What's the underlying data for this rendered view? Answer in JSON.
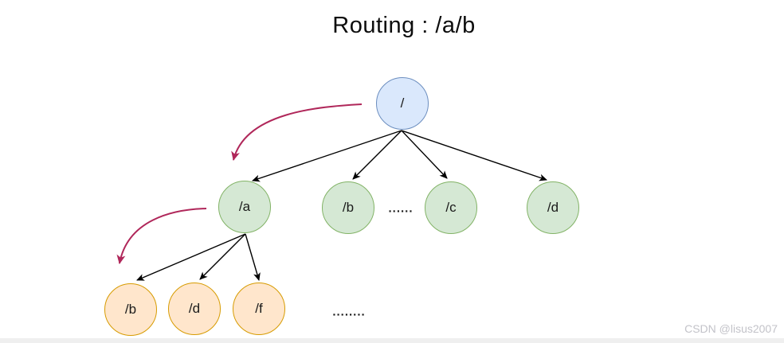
{
  "title": "Routing : /a/b",
  "colors": {
    "root_fill": "#dae8fc",
    "root_stroke": "#6c8ebf",
    "level2_fill": "#d5e8d4",
    "level2_stroke": "#82b366",
    "level3_fill": "#ffe6cc",
    "level3_stroke": "#d79b00",
    "edge": "#000000",
    "highlight_arrow": "#b0275a"
  },
  "tree": {
    "root": {
      "label": "/"
    },
    "level2": [
      {
        "label": "/a"
      },
      {
        "label": "/b"
      },
      {
        "label": "/c"
      },
      {
        "label": "/d"
      }
    ],
    "level2_ellipsis": "......",
    "level3": [
      {
        "label": "/b"
      },
      {
        "label": "/d"
      },
      {
        "label": "/f"
      }
    ],
    "level3_ellipsis": "........"
  },
  "watermark": "CSDN @lisus2007"
}
